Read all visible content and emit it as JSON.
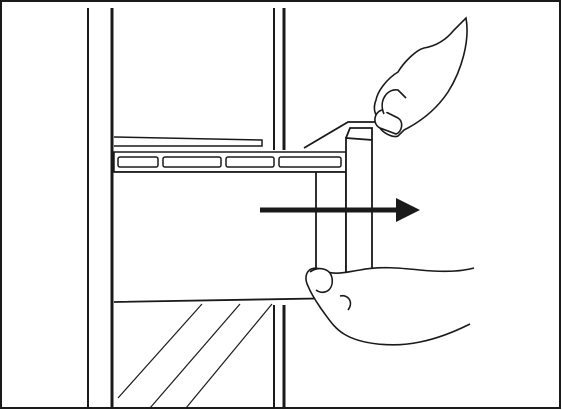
{
  "figure": {
    "description_visible_text": "",
    "colors": {
      "stroke": "#1a1a1a",
      "background": "#ffffff",
      "arrow": "#1a1a1a"
    },
    "icons": [
      "fridge-interior",
      "shelf",
      "drawer",
      "arrow-right-icon",
      "hand-top",
      "hand-bottom"
    ]
  }
}
